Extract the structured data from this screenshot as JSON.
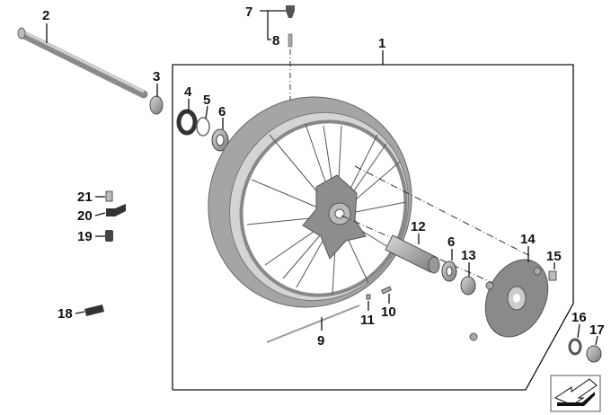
{
  "diagram": {
    "labels": {
      "l1": "1",
      "l2": "2",
      "l3": "3",
      "l4": "4",
      "l5": "5",
      "l6a": "6",
      "l6b": "6",
      "l7": "7",
      "l8": "8",
      "l9": "9",
      "l10": "10",
      "l11": "11",
      "l12": "12",
      "l13": "13",
      "l14": "14",
      "l15": "15",
      "l16": "16",
      "l17": "17",
      "l18": "18",
      "l19": "19",
      "l20": "20",
      "l21": "21"
    },
    "colors": {
      "part": "#9a9a9a",
      "part_dark": "#6e6e6e",
      "part_light": "#c8c8c8",
      "line": "#111111"
    }
  },
  "icons": {
    "nav_arrow": "arrow-down-left-icon"
  }
}
